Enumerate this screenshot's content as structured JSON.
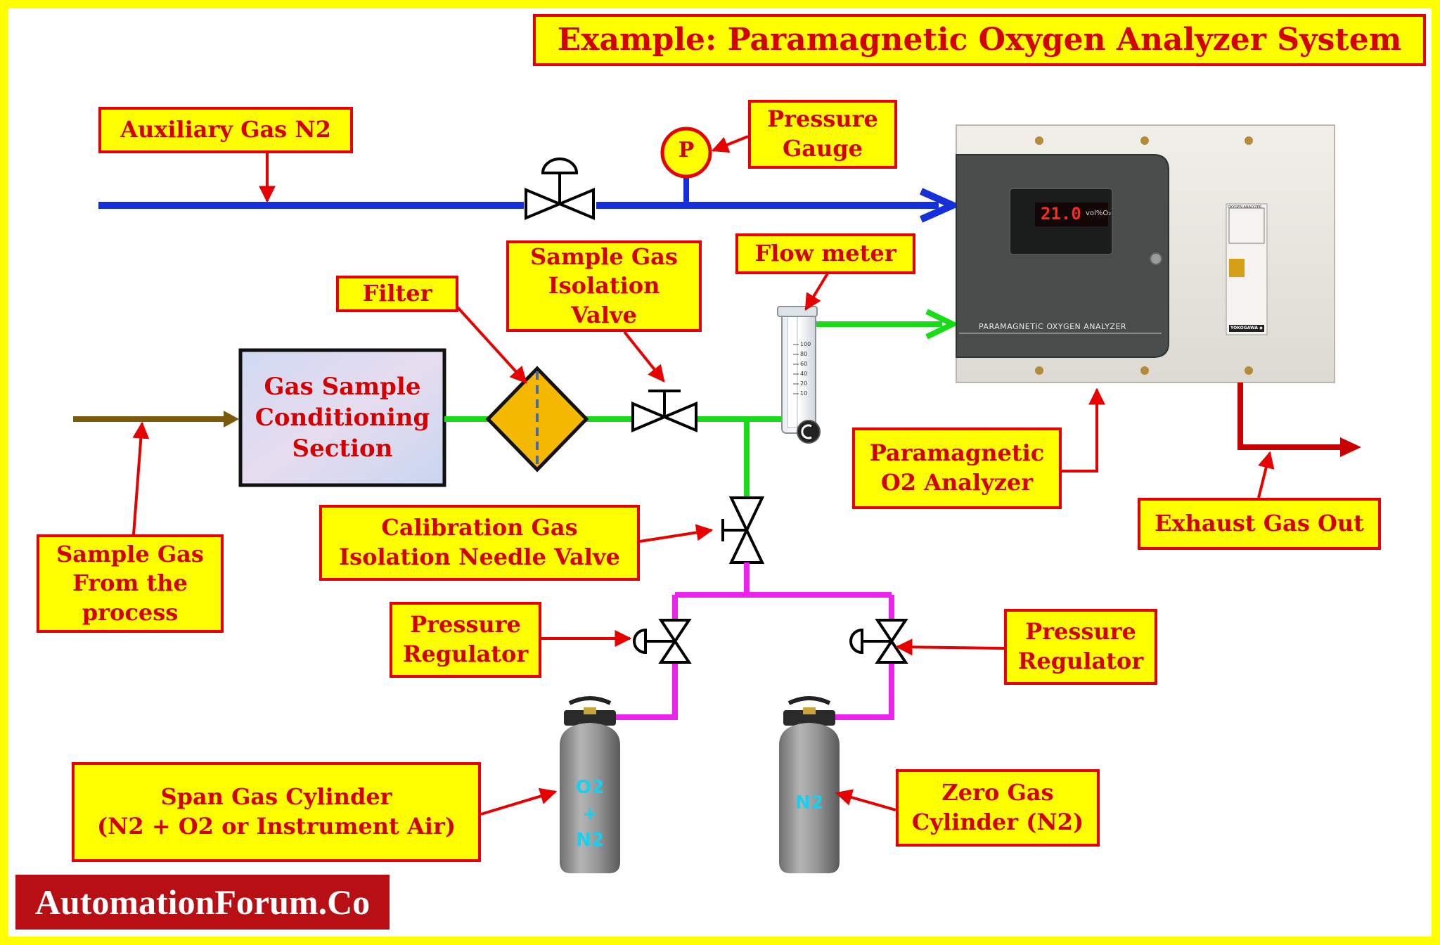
{
  "title": "Example: Paramagnetic Oxygen Analyzer System",
  "labels": {
    "auxiliary_gas": "Auxiliary Gas N2",
    "pressure_gauge": [
      "Pressure",
      "Gauge"
    ],
    "pressure_gauge_symbol": "P",
    "flow_meter": "Flow meter",
    "sample_isolation_valve": [
      "Sample Gas",
      "Isolation",
      "Valve"
    ],
    "filter": "Filter",
    "conditioning_section": [
      "Gas Sample",
      "Conditioning",
      "Section"
    ],
    "sample_gas_from_process": [
      "Sample Gas",
      "From the",
      "process"
    ],
    "calibration_valve": [
      "Calibration Gas",
      "Isolation Needle Valve"
    ],
    "pressure_regulator_left": [
      "Pressure",
      "Regulator"
    ],
    "pressure_regulator_right": [
      "Pressure",
      "Regulator"
    ],
    "paramagnetic_analyzer": [
      "Paramagnetic",
      "O2 Analyzer"
    ],
    "exhaust_gas_out": "Exhaust Gas Out",
    "span_gas_cylinder": [
      "Span Gas Cylinder",
      "(N2 + O2 or Instrument Air)"
    ],
    "zero_gas_cylinder": [
      "Zero Gas",
      "Cylinder (N2)"
    ]
  },
  "cylinders": {
    "span": [
      "O2",
      "+",
      "N2"
    ],
    "zero": "N2"
  },
  "analyzer": {
    "display_reading": "21.0",
    "display_unit": "vol%O₂",
    "panel_name": "PARAMAGNETIC OXYGEN ANALYZER",
    "nameplate_title": "OXYGEN ANALYZER",
    "brand": "YOKOGAWA ◆"
  },
  "flowmeter_scale": [
    "100",
    "80",
    "60",
    "40",
    "20",
    "10"
  ],
  "watermark": "AutomationForum.Co",
  "colors": {
    "frame": "#ffff00",
    "label_fill": "#ffff00",
    "label_border": "#e60000",
    "label_text": "#d40000",
    "aux_line": "#1530d8",
    "sample_line": "#19dc19",
    "calibration_line": "#ee22ee",
    "process_line": "#7a5a0a",
    "exhaust_line": "#c80000",
    "arrow": "#e60000",
    "filter_fill": "#f5b800",
    "cylinder_text": "#16d0f0"
  }
}
